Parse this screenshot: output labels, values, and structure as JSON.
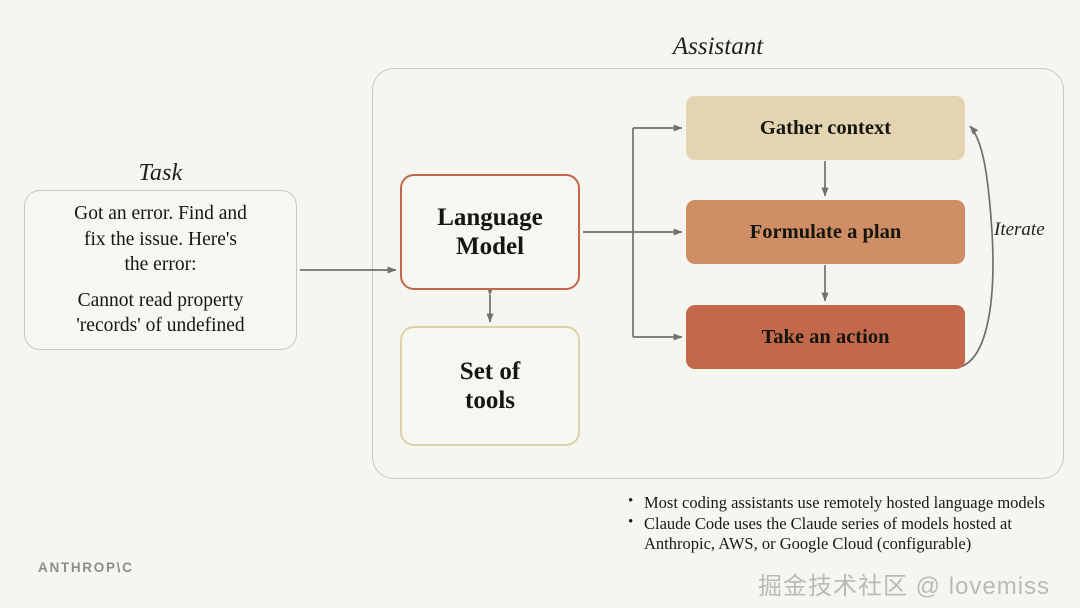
{
  "background_color": "#f6f6f1",
  "task": {
    "label": "Task",
    "lines_top": [
      "Got an error. Find and",
      "fix the issue. Here's",
      "the error:"
    ],
    "lines_bottom": [
      "Cannot read property",
      "'records' of undefined"
    ],
    "border_color": "#c9c9c2"
  },
  "assistant": {
    "label": "Assistant",
    "border_color": "#c9c9c2"
  },
  "core": {
    "language_model": {
      "line1": "Language",
      "line2": "Model",
      "border_color": "#c0674e"
    },
    "tools": {
      "line1": "Set of",
      "line2": "tools",
      "border_color": "#ddd2a5"
    }
  },
  "loop": {
    "iterate_label": "Iterate",
    "steps": [
      {
        "label": "Gather context",
        "color": "#e3d4b2"
      },
      {
        "label": "Formulate a plan",
        "color": "#d08e65"
      },
      {
        "label": "Take an action",
        "color": "#c4684b"
      }
    ]
  },
  "bullets": {
    "items": [
      "Most coding assistants use remotely hosted language models",
      "Claude Code uses the Claude series of models hosted at Anthropic, AWS, or Google Cloud (configurable)"
    ]
  },
  "footer": {
    "logo_text": "ANTHROP\\C",
    "logo_color": "#8d8d85"
  },
  "watermark": {
    "text": "掘金技术社区 @ lovemiss"
  }
}
